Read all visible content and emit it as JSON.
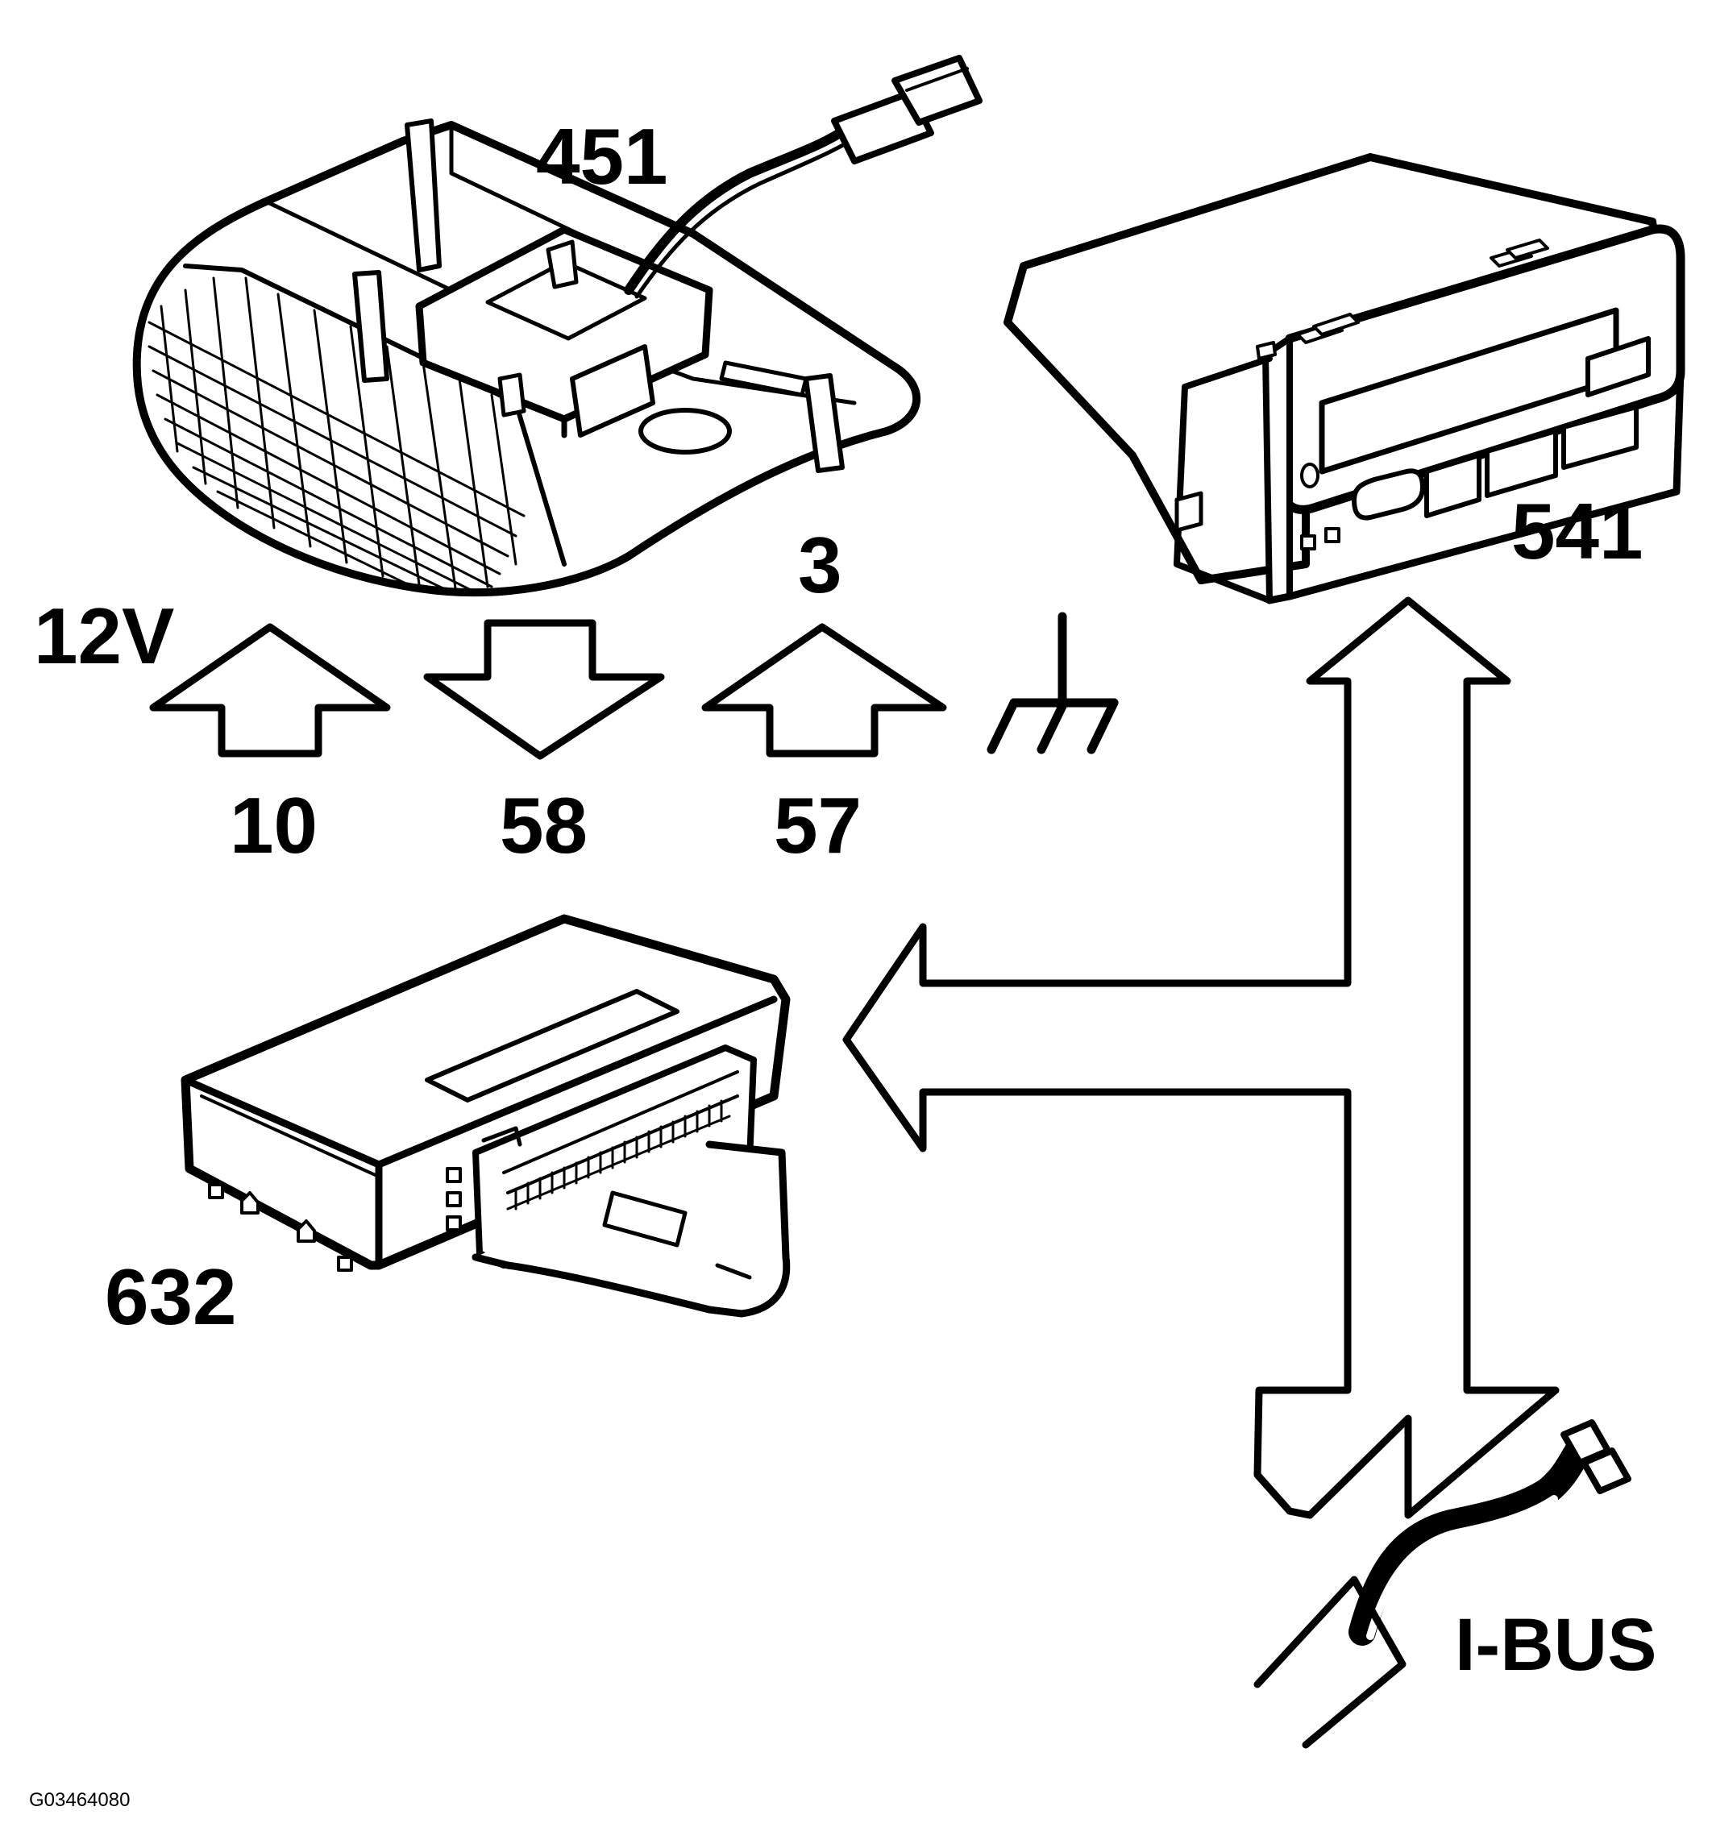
{
  "labels": {
    "module_451": "451",
    "module_541": "541",
    "module_632": "632",
    "pin_3": "3",
    "voltage": "12V",
    "pin_10": "10",
    "pin_58": "58",
    "pin_57": "57",
    "bus": "I-BUS",
    "figure_code": "G03464080"
  },
  "colors": {
    "stroke": "#000000",
    "fill": "#ffffff"
  }
}
